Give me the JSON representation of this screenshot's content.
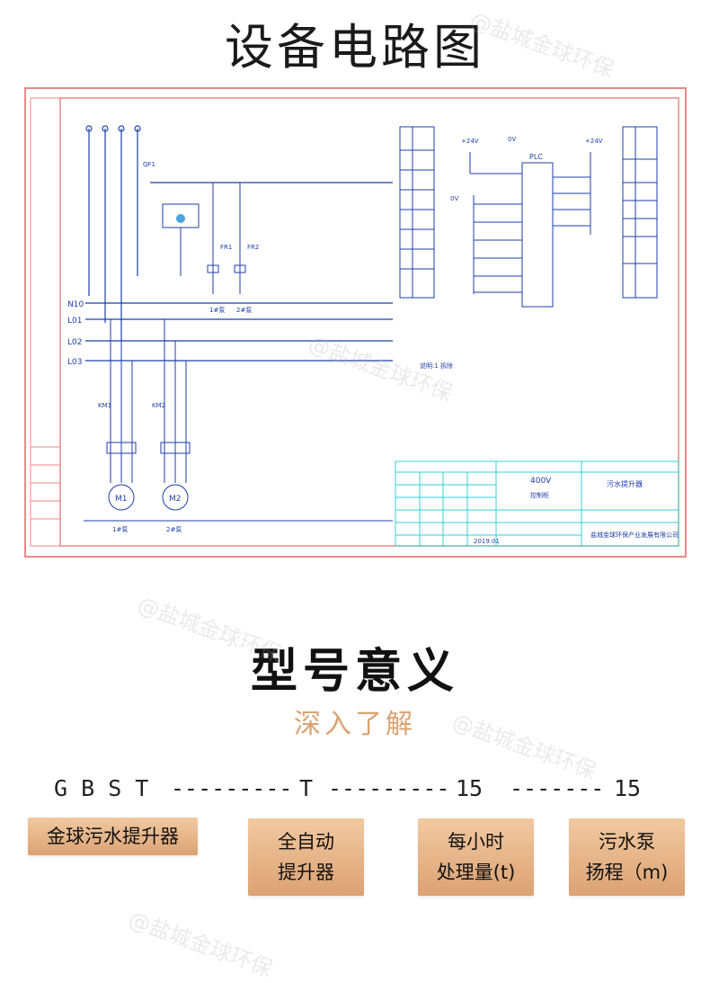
{
  "title": "设备电路图",
  "diagram": {
    "left_labels": [
      "N10",
      "L01",
      "L02",
      "L03"
    ],
    "plc_label": "PLC",
    "voltage_top": "+24V",
    "zero_v": "0V",
    "motors": [
      "M1",
      "M2"
    ],
    "contactors": [
      "KM1",
      "KM2"
    ],
    "relays": [
      "FR1",
      "FR2"
    ],
    "pump_labels": [
      "1#泵",
      "2#泵"
    ],
    "breaker": "QF1",
    "title_block_voltage": "400V",
    "title_block_name": "污水提升器",
    "title_block_sub": "控制柜",
    "title_block_company": "盐城金球环保产业发展有限公司",
    "title_block_date": "2019.01",
    "note": "说明:1 拆除"
  },
  "model_section": {
    "heading": "型号意义",
    "subheading": "深入了解",
    "code": {
      "gbst": "G B S T",
      "dash1": "---------",
      "t": "T",
      "dash2": "---------",
      "num1": "15",
      "dash3": "-------",
      "num2": "15"
    },
    "boxes": [
      {
        "line1": "金球污水提升器",
        "line2": ""
      },
      {
        "line1": "全自动",
        "line2": "提升器"
      },
      {
        "line1": "每小时",
        "line2": "处理量(t)"
      },
      {
        "line1": "污水泵",
        "line2": "扬程（m)"
      }
    ]
  },
  "watermark": "@盐城金球环保",
  "colors": {
    "accent": "#d9a373",
    "frame_red": "#e88a8a",
    "frame_cyan": "#34d1d6",
    "diagram_blue": "#1f3fa8"
  }
}
